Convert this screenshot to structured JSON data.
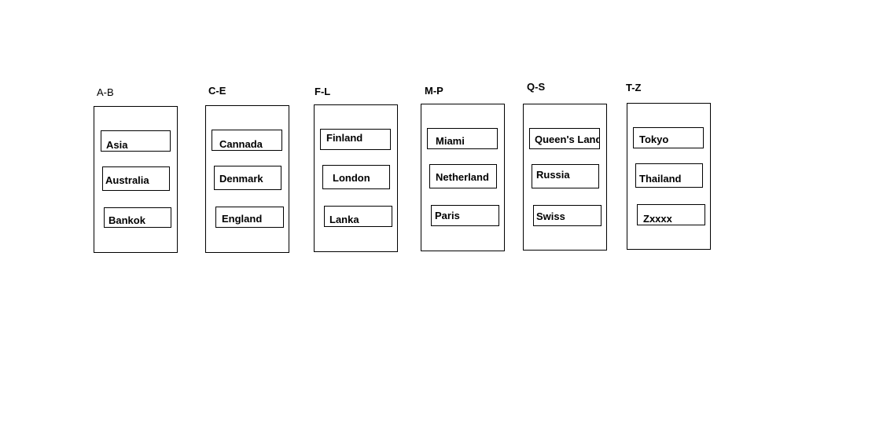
{
  "groups": [
    {
      "label": "A-B",
      "items": [
        "Asia",
        "Australia",
        "Bankok"
      ]
    },
    {
      "label": "C-E",
      "items": [
        "Cannada",
        "Denmark",
        "England"
      ]
    },
    {
      "label": "F-L",
      "items": [
        "Finland",
        "London",
        "Lanka"
      ]
    },
    {
      "label": "M-P",
      "items": [
        "Miami",
        "Netherland",
        "Paris"
      ]
    },
    {
      "label": "Q-S",
      "items": [
        "Queen's Land",
        "Russia",
        "Swiss"
      ]
    },
    {
      "label": "T-Z",
      "items": [
        "Tokyo",
        "Thailand",
        "Zxxxx"
      ]
    }
  ]
}
